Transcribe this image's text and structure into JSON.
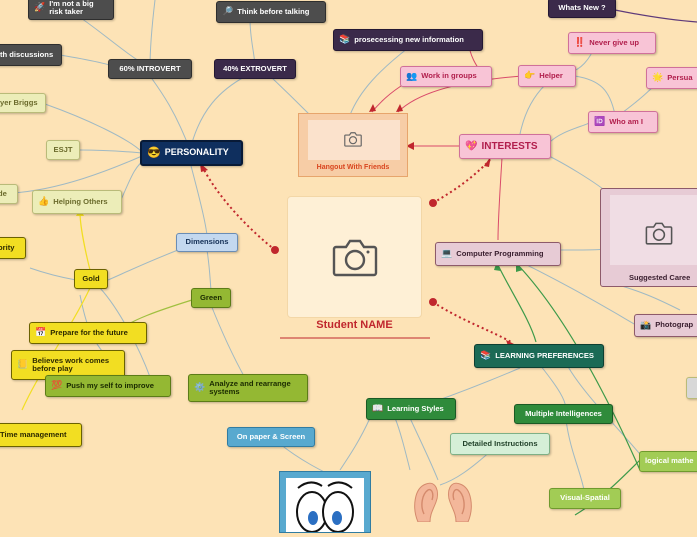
{
  "central": {
    "title": "Student NAME",
    "photo_icon": "camera-icon"
  },
  "personality": {
    "label": "PERSONALITY",
    "icon": "sunglasses-emoji-icon",
    "introvert": "60% INTROVERT",
    "extrovert": "40% EXTROVERT",
    "not_risk_taker": "I'm not a big risk taker",
    "think_before_talking": "Think before talking",
    "discussions": "th discussions",
    "prosecessing": "prosecessing new information",
    "whats_new": "Whats New ?",
    "myers_briggs": "yer Briggs",
    "esjt": "ESJT",
    "helping_others": "Helping Others",
    "de": "de",
    "ority": "ority",
    "gold": "Gold",
    "dimensions": "Dimensions",
    "green": "Green",
    "prepare_future": "Prepare for the future",
    "believes_work": "Believes work comes before play",
    "push_myself": "Push my self to improve",
    "analyze": "Analyze and rearrange systems",
    "time_management": "Time management"
  },
  "interests": {
    "label": "INTERESTS",
    "icon": "heart-icon",
    "hangout_caption": "Hangout With Friends",
    "work_in_groups": "Work in groups",
    "helper": "Helper",
    "never_give_up": "Never give up",
    "persua": "Persua",
    "who_am_i": "Who am I",
    "computer_programming": "Computer Programming",
    "suggested_careers": "Suggested Caree",
    "photograp": "Photograp"
  },
  "learning": {
    "label": "LEARNING PREFERENCES",
    "learning_styles": "Learning Styles",
    "multiple_intelligences": "Multiple Intelligences",
    "detailed_instructions": "Detailed Instructions",
    "on_paper_screen": "On paper & Screen",
    "visual_spatial": "Visual-Spatial",
    "logical_math": "logical mathe"
  },
  "colors": {
    "background": "#fde3b6",
    "connector_red": "#c0272d",
    "title_red": "#c0272d"
  }
}
